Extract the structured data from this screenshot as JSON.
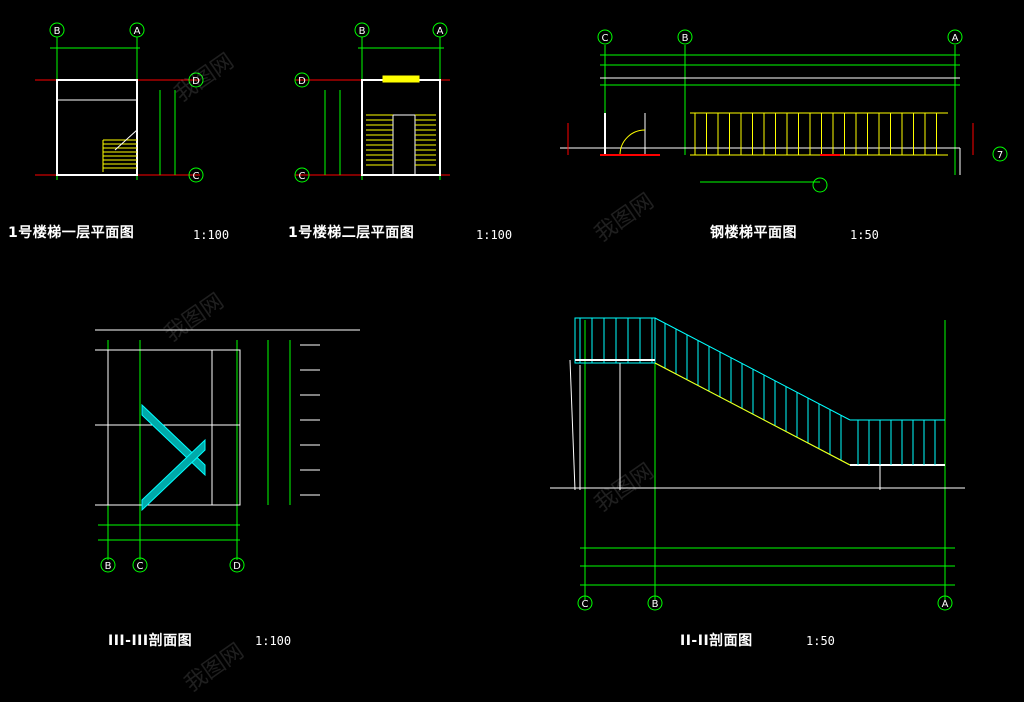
{
  "drawings": {
    "plan1": {
      "title": "1号楼梯一层平面图",
      "scale": "1:100"
    },
    "plan2": {
      "title": "1号楼梯二层平面图",
      "scale": "1:100"
    },
    "plan3": {
      "title": "钢楼梯平面图",
      "scale": "1:50"
    },
    "section3": {
      "title": "III-III剖面图",
      "scale": "1:100"
    },
    "section2": {
      "title": "II-II剖面图",
      "scale": "1:50"
    }
  },
  "axis_labels": {
    "plan1": [
      "B",
      "A",
      "D",
      "C"
    ],
    "plan2": [
      "B",
      "A",
      "D",
      "C"
    ],
    "plan3": [
      "C",
      "B",
      "A",
      "7"
    ],
    "section3": [
      "B",
      "C",
      "D"
    ],
    "section2": [
      "C",
      "B",
      "A"
    ]
  },
  "watermark_text": "我图网",
  "colors": {
    "background": "#000000",
    "axis_line": "#00ff00",
    "wall": "#ffffff",
    "dimension": "#00ff00",
    "stair": "#ffff00",
    "railing": "#00ffff",
    "axis_bubble": "#00ff00",
    "cut_line": "#ff0000",
    "text": "#ffffff",
    "annotation": "#00ff00"
  }
}
